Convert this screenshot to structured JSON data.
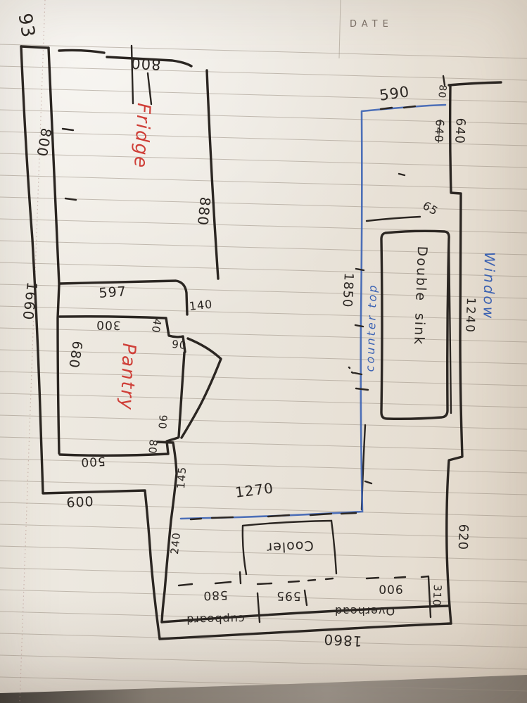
{
  "colors": {
    "ink": "#2b2622",
    "red": "#cf3f38",
    "blue": "#3c63b4",
    "paper": "#eae5dc"
  },
  "page": {
    "number": "93",
    "date_label": "DATE"
  },
  "labels": {
    "dim_800_top": "800",
    "dim_800_left": "800",
    "dim_1660": "1660",
    "dim_880": "880",
    "fridge": "Fridge",
    "dim_597": "597",
    "dim_140": "140",
    "dim_300": "300",
    "dim_40": "40",
    "dim_90_upper": "90",
    "pantry": "Pantry",
    "dim_680": "680",
    "dim_500": "500",
    "dim_90_lower": "90",
    "dim_80_lower": "80",
    "dim_600": "600",
    "dim_145": "145",
    "dim_240": "240",
    "dim_1270": "1270",
    "cooler": "Cooler",
    "dim_580": "580",
    "dim_595": "595",
    "dim_900": "900",
    "dim_310": "310",
    "cupboard": "cupboard",
    "overhead": "Overhead",
    "dim_1860": "1860",
    "dim_620": "620",
    "window": "Window",
    "dim_1240": "1240",
    "dim_590": "590",
    "dim_80_top": "80",
    "dim_640_crossed": "640",
    "dim_640": "640",
    "dim_65": "65",
    "dim_1850": "1850",
    "counter_top": "counter top",
    "double_sink": "Double sink"
  }
}
